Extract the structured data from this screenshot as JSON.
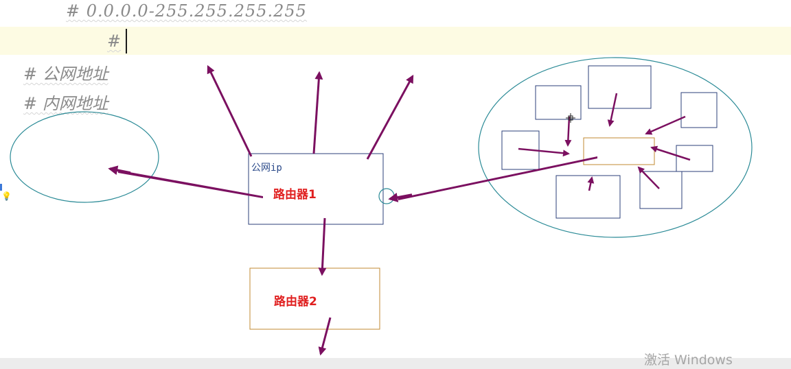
{
  "editor": {
    "lines": {
      "ip_range": "# 0.0.0.0-255.255.255.255",
      "current": "#",
      "public_addr": "# 公网地址",
      "private_addr": "# 内网地址"
    }
  },
  "diagram": {
    "router1": {
      "label": "路由器1",
      "ip_label": "公网ip"
    },
    "router2": {
      "label": "路由器2"
    }
  },
  "colors": {
    "arrow": "#7b1060",
    "ellipse": "#2a8a96",
    "box_blue": "#2b3f7a",
    "box_orange": "#c08a30",
    "router_text": "#e02020"
  },
  "overlay": {
    "watermark": "激活 Windows"
  }
}
